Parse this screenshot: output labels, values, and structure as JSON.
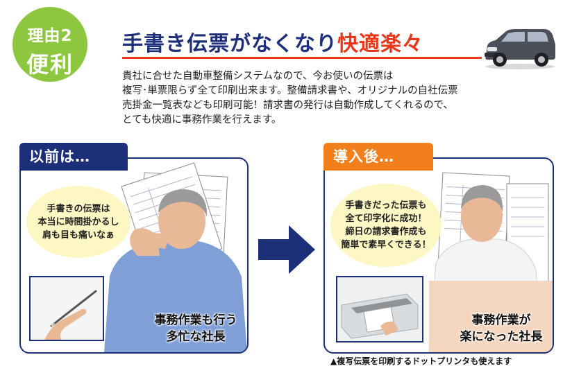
{
  "badge": {
    "label": "理由2",
    "word": "便利"
  },
  "headline": {
    "main": "手書き伝票がなくなり",
    "accent": "快適楽々"
  },
  "intro": [
    "貴社に合せた自動車整備システムなので、今お使いの伝票は",
    "複写･単票限らず全て印刷出来ます。整備請求書や、オリジナルの自社伝票",
    "売掛金一覧表なども印刷可能！請求書の発行は自動作成してくれるので、",
    "とても快適に事務作業を行えます。"
  ],
  "before": {
    "tab": "以前は…",
    "bubble": [
      "手書きの伝票は",
      "本当に時間掛かるし",
      "肩も目も痛いなぁ"
    ],
    "caption": [
      "事務作業も行う",
      "多忙な社長"
    ]
  },
  "after": {
    "tab": "導入後…",
    "bubble": [
      "手書きだった伝票も",
      "全て印字化に成功！",
      "締日の請求書作成も",
      "簡単で素早くできる！"
    ],
    "caption": [
      "事務作業が",
      "楽になった社長"
    ]
  },
  "footnote": "▲複写伝票を印刷するドットプリンタも使えます",
  "colors": {
    "navy": "#1d2f78",
    "green": "#8dc63f",
    "orange": "#f07f1c",
    "red": "#e8371b",
    "bubble": "#fdf7c4"
  },
  "icons": {
    "car": "suv-car-illustration",
    "arrow": "right-arrow-icon",
    "pen": "pen-writing-photo",
    "printer": "dot-printer-photo"
  }
}
